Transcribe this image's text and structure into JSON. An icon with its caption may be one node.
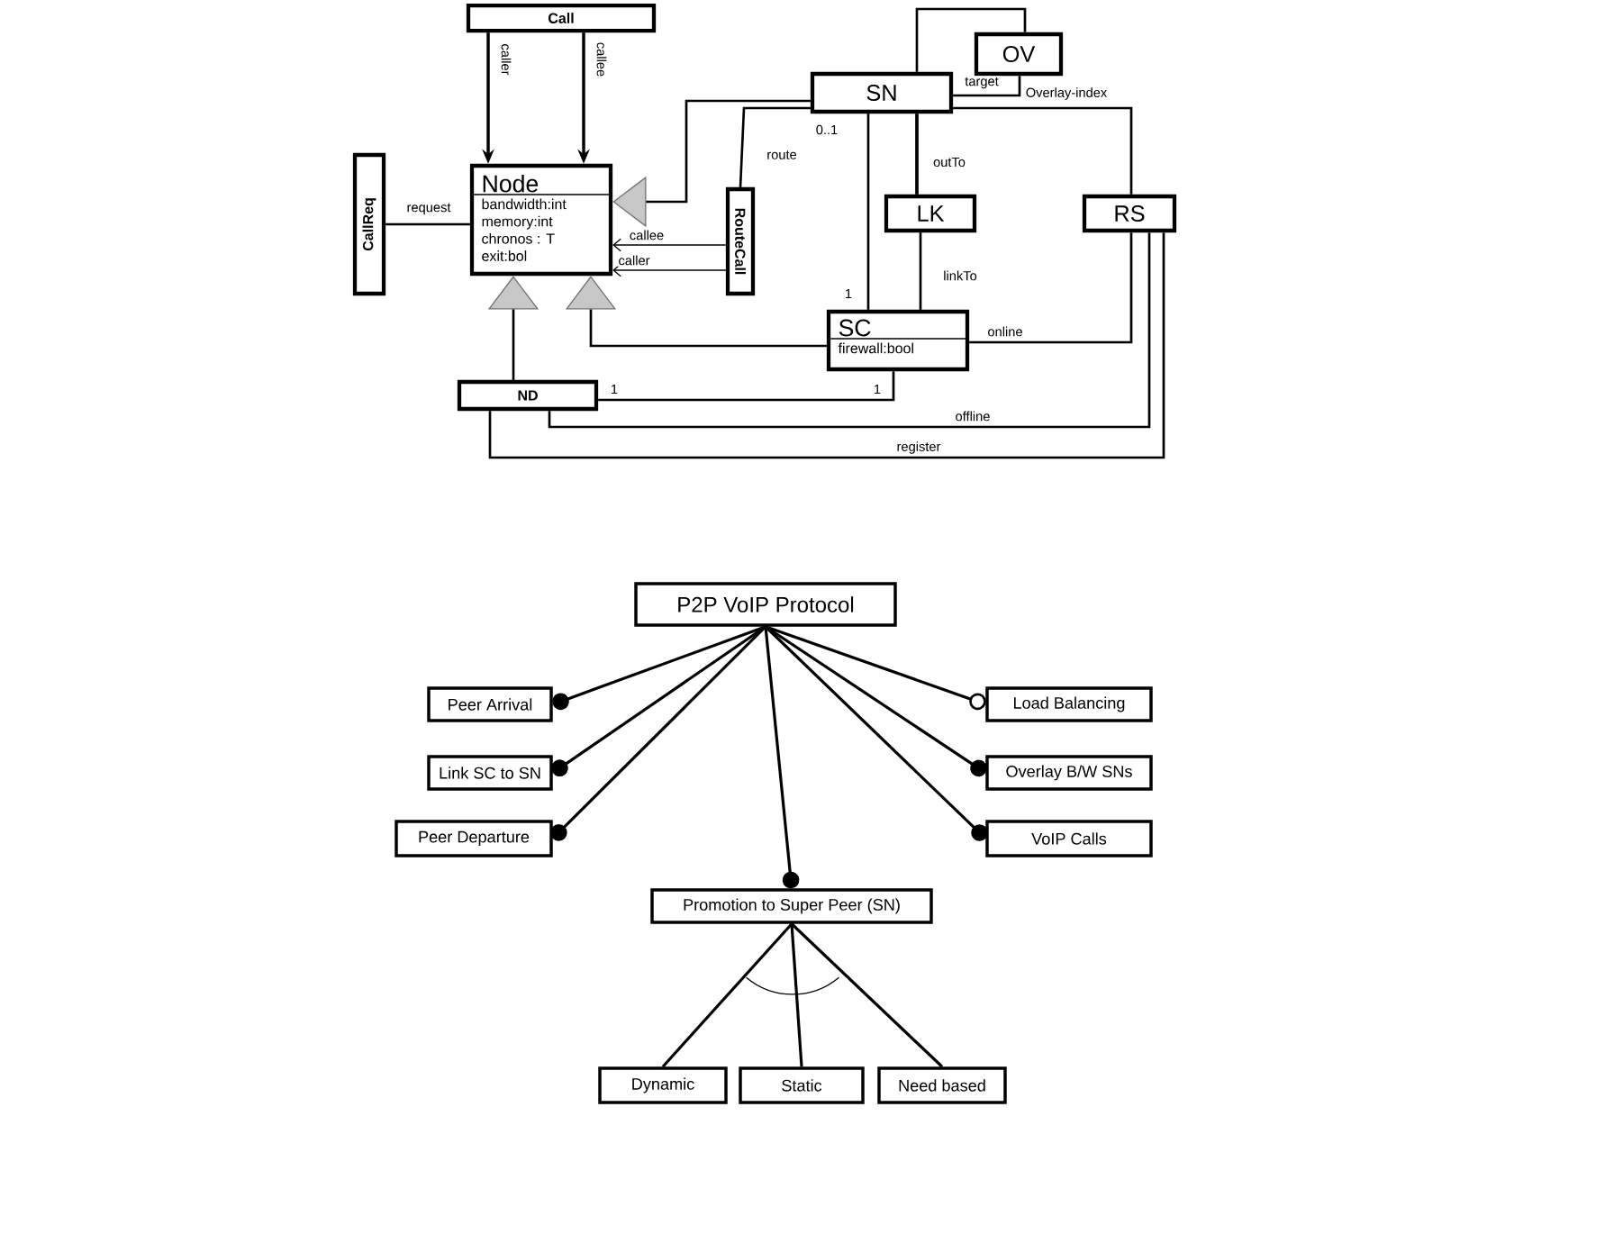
{
  "diagram": {
    "nodes": [
      {
        "text": [
          "Call"
        ]
      },
      {
        "text": [
          "CallReq"
        ]
      },
      {
        "text": [
          "Node",
          "bandwidth:int",
          "memory:int",
          "chronos : T",
          "exit:bol"
        ]
      },
      {
        "text": [
          "RouteCall"
        ]
      },
      {
        "text": [
          "SN"
        ]
      },
      {
        "text": [
          "OV"
        ]
      },
      {
        "text": [
          "LK"
        ]
      },
      {
        "text": [
          "RS"
        ]
      },
      {
        "text": [
          "SC",
          "firewall:bool"
        ]
      },
      {
        "text": [
          "ND"
        ]
      },
      {
        "text": [
          "P2P VoIP Protocol"
        ]
      },
      {
        "text": [
          "Peer Arrival"
        ]
      },
      {
        "text": [
          "Link SC to SN"
        ]
      },
      {
        "text": [
          "Peer Departure"
        ]
      },
      {
        "text": [
          "Load Balancing"
        ]
      },
      {
        "text": [
          "Overlay B/W SNs"
        ]
      },
      {
        "text": [
          "VoIP Calls"
        ]
      },
      {
        "text": [
          "Promotion to Super Peer (SN)"
        ]
      },
      {
        "text": [
          "Dynamic"
        ]
      },
      {
        "text": [
          "Static"
        ]
      },
      {
        "text": [
          "Need based"
        ]
      }
    ],
    "edges": [
      {
        "from": 0,
        "to": 2,
        "arrow": "to",
        "label": "caller"
      },
      {
        "from": 0,
        "to": 2,
        "arrow": "to",
        "label": "callee"
      },
      {
        "from": 1,
        "to": 2,
        "arrow": "none",
        "label": "request"
      },
      {
        "from": 4,
        "to": 2,
        "arrow": "to"
      },
      {
        "from": 3,
        "to": 2,
        "arrow": "to",
        "label": "callee"
      },
      {
        "from": 3,
        "to": 2,
        "arrow": "to",
        "label": "caller"
      },
      {
        "from": 3,
        "to": 4,
        "arrow": "none",
        "label": "route"
      },
      {
        "from": 4,
        "to": 5,
        "arrow": "none"
      },
      {
        "from": 5,
        "to": 4,
        "arrow": "none",
        "label": "target"
      },
      {
        "from": 4,
        "to": 7,
        "arrow": "none",
        "label": "Overlay-index"
      },
      {
        "from": 4,
        "to": 6,
        "arrow": "none",
        "label": "outTo"
      },
      {
        "from": 6,
        "to": 8,
        "arrow": "none",
        "label": "linkTo"
      },
      {
        "from": 4,
        "to": 8,
        "arrow": "none"
      },
      {
        "from": 8,
        "to": 2,
        "arrow": "to"
      },
      {
        "from": 9,
        "to": 2,
        "arrow": "to"
      },
      {
        "from": 9,
        "to": 8,
        "arrow": "none"
      },
      {
        "from": 8,
        "to": 7,
        "arrow": "none",
        "label": "online"
      },
      {
        "from": 9,
        "to": 7,
        "arrow": "none",
        "label": "offline"
      },
      {
        "from": 9,
        "to": 7,
        "arrow": "none",
        "label": "register"
      },
      {
        "from": 10,
        "to": 11,
        "arrow": "other"
      },
      {
        "from": 10,
        "to": 12,
        "arrow": "other"
      },
      {
        "from": 10,
        "to": 13,
        "arrow": "other"
      },
      {
        "from": 10,
        "to": 14,
        "arrow": "other"
      },
      {
        "from": 10,
        "to": 15,
        "arrow": "other"
      },
      {
        "from": 10,
        "to": 16,
        "arrow": "other"
      },
      {
        "from": 10,
        "to": 17,
        "arrow": "other"
      },
      {
        "from": 17,
        "to": 18,
        "arrow": "none"
      },
      {
        "from": 17,
        "to": 19,
        "arrow": "none"
      },
      {
        "from": 17,
        "to": 20,
        "arrow": "none"
      }
    ],
    "labels": [
      "0..1",
      "1",
      "1",
      "1"
    ]
  }
}
